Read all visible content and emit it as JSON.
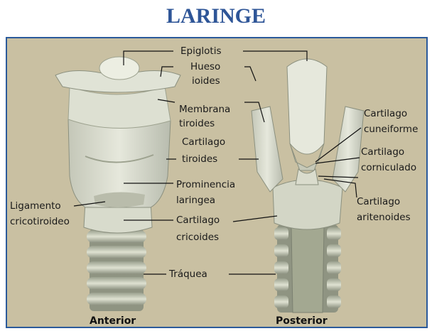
{
  "title": "LARINGE",
  "colors": {
    "title": "#2e5597",
    "frame": "#2b5a9b",
    "background": "#c9c0a2"
  },
  "labels": {
    "epiglotis": "Epiglotis",
    "hueso1": "Hueso",
    "hueso2": "ioides",
    "membrana1": "Membrana",
    "membrana2": "tiroides",
    "cartTiro1": "Cartilago",
    "cartTiro2": "tiroides",
    "prom1": "Prominencia",
    "prom2": "laringea",
    "lig1": "Ligamento",
    "lig2": "cricotiroideo",
    "cric1": "Cartilago",
    "cric2": "cricoides",
    "traquea": "Tráquea",
    "cune1": "Cartilago",
    "cune2": "cuneiforme",
    "corn1": "Cartilago",
    "corn2": "corniculado",
    "arit1": "Cartilago",
    "arit2": "aritenoides"
  },
  "captions": {
    "anterior": "Anterior",
    "posterior": "Posterior"
  }
}
